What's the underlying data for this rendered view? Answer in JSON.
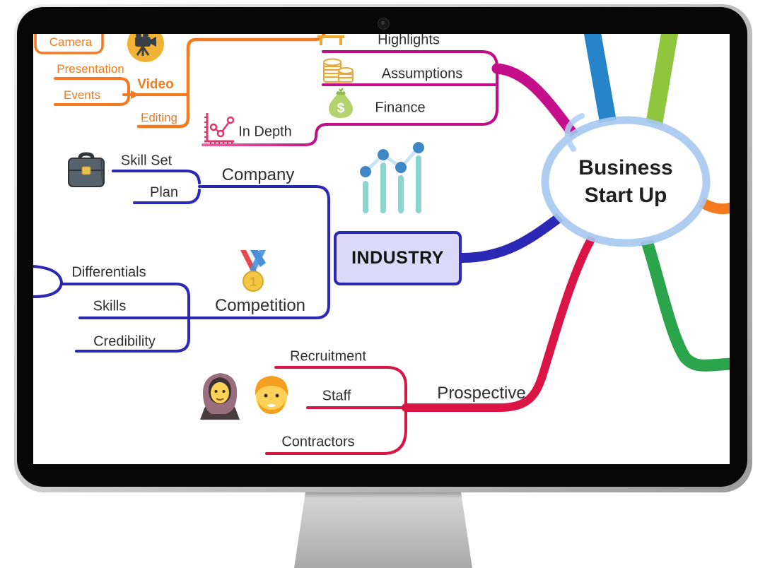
{
  "device": {
    "kind": "desktop-monitor",
    "parts": [
      "bezel",
      "webcam",
      "stand"
    ]
  },
  "mindmap": {
    "central": {
      "line1": "Business",
      "line2": "Start Up"
    },
    "nodes": {
      "camera": "Camera",
      "presentation": "Presentation",
      "events": "Events",
      "video": "Video",
      "editing": "Editing",
      "in_depth": "In Depth",
      "highlights": "Highlights",
      "assumptions": "Assumptions",
      "finance": "Finance",
      "skill_set": "Skill Set",
      "plan": "Plan",
      "company": "Company",
      "industry": "INDUSTRY",
      "differentials": "Differentials",
      "skills": "Skills",
      "credibility": "Credibility",
      "competition": "Competition",
      "recruitment": "Recruitment",
      "staff": "Staff",
      "contractors": "Contractors",
      "prospective": "Prospective"
    },
    "glyphs": {
      "medal_number": "1",
      "money_bag_symbol": "$"
    },
    "icons": {
      "video": "video-camera-icon",
      "highlights": "bench-icon",
      "assumptions": "coin-stacks-icon",
      "finance": "money-bag-icon",
      "in_depth": "line-chart-icon",
      "industry": "bar-chart-icon",
      "company": "briefcase-icon",
      "competition": "gold-medal-icon",
      "prospective": [
        "woman-headscarf-icon",
        "man-beard-icon"
      ],
      "device": "webcam-icon"
    },
    "colors": {
      "video_branch": "#F4791F",
      "finance_branch": "#C10D87",
      "company_branch": "#2A28B5",
      "prospective_branch": "#DA1445",
      "band_steel_blue": "#2585C8",
      "band_lime": "#8FC63D",
      "band_green": "#2AA54B",
      "band_orange": "#F4791F",
      "central_ring": "#A6C8EF",
      "industry_fill": "#DBD9F7"
    }
  }
}
